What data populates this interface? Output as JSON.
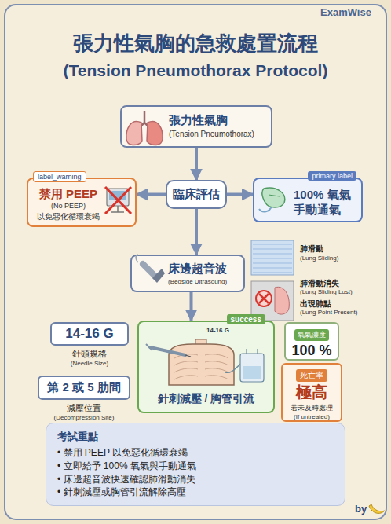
{
  "diagram": {
    "title": "張力性氣胸的急救處置流程",
    "nodes": [
      {
        "text": [
          "張力性氣胸",
          "(Tension Pneumothorax)"
        ]
      },
      {
        "text": [
          "label_warning",
          "禁用 PEEP",
          "(No PEEP)",
          "以免惡化循環衰竭"
        ]
      },
      {
        "text": [
          "臨床評估"
        ]
      },
      {
        "text": [
          "primary label",
          "100% 氧氣",
          "手動通氣"
        ]
      },
      {
        "text": [
          "床邊超音波",
          "(Bedside Ultrasound)"
        ]
      },
      {
        "text": [
          "14-16 G",
          "針頭規格",
          "(Needle Size)"
        ]
      },
      {
        "text": [
          "success",
          "14-16 G",
          "針刺減壓 / 胸管引流"
        ]
      },
      {
        "text": [
          "氧氣濃度",
          "100 %"
        ]
      },
      {
        "text": [
          "第 2 或 5 肋間",
          "減壓位置",
          "(Decompression Site)"
        ]
      },
      {
        "text": [
          "死亡率",
          "極高",
          "若未及時處理",
          "(If untreated)"
        ]
      },
      {
        "text": [
          "考試重點",
          "• 禁用 PEEP 以免惡化循環衰竭",
          "• 立即給予 100% 氧氣與手動通氣",
          "• 床邊超音波快速確認肺滑動消失",
          "• 針刺減壓或胸管引流解除高壓"
        ]
      }
    ],
    "edges": [
      {
        "from": 0,
        "to": 2,
        "arrow": "to"
      },
      {
        "from": 2,
        "to": 1,
        "arrow": "to"
      },
      {
        "from": 2,
        "to": 3,
        "arrow": "to"
      },
      {
        "from": 2,
        "to": 4,
        "arrow": "to"
      },
      {
        "from": 4,
        "to": 6,
        "arrow": "to"
      }
    ],
    "labels": [
      "ExamWise",
      "(Tension Pneumothorax Protocol)",
      "肺滑動",
      "(Lung Sliding)",
      "肺滑動消失",
      "(Lung Sliding Lost)",
      "出現肺點",
      "(Lung Point Present)",
      "by"
    ]
  }
}
